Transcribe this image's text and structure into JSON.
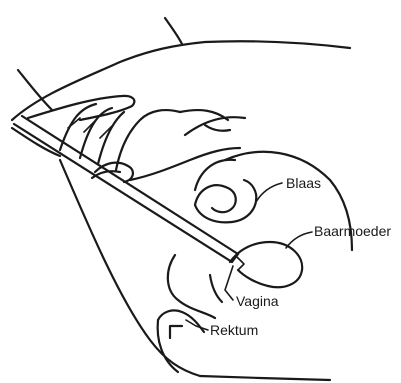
{
  "diagram": {
    "labels": {
      "bladder": "Blaas",
      "uterus": "Baarmoeder",
      "vagina": "Vagina",
      "rectum": "Rektum"
    }
  }
}
